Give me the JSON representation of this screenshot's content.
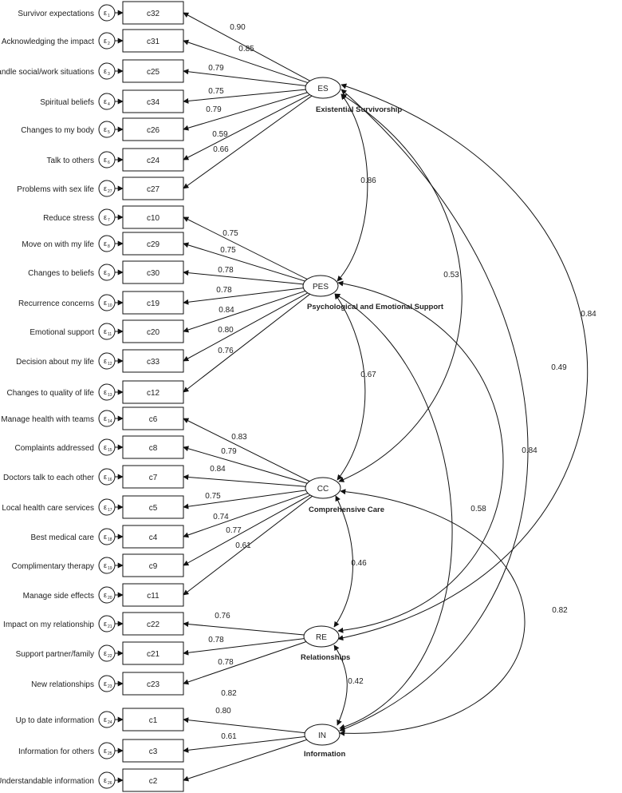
{
  "factors": [
    {
      "id": "ES",
      "name": "ES",
      "desc": "Existential Survivorship"
    },
    {
      "id": "PES",
      "name": "PES",
      "desc": "Psychological and Emotional Support"
    },
    {
      "id": "CC",
      "name": "CC",
      "desc": "Comprehensive Care"
    },
    {
      "id": "RE",
      "name": "RE",
      "desc": "Relationships"
    },
    {
      "id": "IN",
      "name": "IN",
      "desc": "Information"
    }
  ],
  "items": [
    {
      "label": "Survivor expectations",
      "code": "c32",
      "eps": "1",
      "factor": "ES",
      "loading": "0.90"
    },
    {
      "label": "Acknowledging the impact",
      "code": "c31",
      "eps": "2",
      "factor": "ES",
      "loading": "0.85"
    },
    {
      "label": "Handle social/work situations",
      "code": "c25",
      "eps": "3",
      "factor": "ES",
      "loading": "0.79"
    },
    {
      "label": "Spiritual beliefs",
      "code": "c34",
      "eps": "4",
      "factor": "ES",
      "loading": "0.75"
    },
    {
      "label": "Changes to my body",
      "code": "c26",
      "eps": "5",
      "factor": "ES",
      "loading": "0.79"
    },
    {
      "label": "Talk to others",
      "code": "c24",
      "eps": "6",
      "factor": "ES",
      "loading": "0.59"
    },
    {
      "label": "Problems with sex life",
      "code": "c27",
      "eps": "27",
      "factor": "ES",
      "loading": "0.66"
    },
    {
      "label": "Reduce stress",
      "code": "c10",
      "eps": "7",
      "factor": "PES",
      "loading": "0.75"
    },
    {
      "label": "Move on with my life",
      "code": "c29",
      "eps": "8",
      "factor": "PES",
      "loading": "0.75"
    },
    {
      "label": "Changes to beliefs",
      "code": "c30",
      "eps": "9",
      "factor": "PES",
      "loading": "0.78"
    },
    {
      "label": "Recurrence concerns",
      "code": "c19",
      "eps": "10",
      "factor": "PES",
      "loading": "0.78"
    },
    {
      "label": "Emotional support",
      "code": "c20",
      "eps": "11",
      "factor": "PES",
      "loading": "0.84"
    },
    {
      "label": "Decision about my life",
      "code": "c33",
      "eps": "12",
      "factor": "PES",
      "loading": "0.80"
    },
    {
      "label": "Changes to quality of life",
      "code": "c12",
      "eps": "13",
      "factor": "PES",
      "loading": "0.76"
    },
    {
      "label": "Manage health with teams",
      "code": "c6",
      "eps": "14",
      "factor": "CC",
      "loading": "0.83"
    },
    {
      "label": "Complaints addressed",
      "code": "c8",
      "eps": "15",
      "factor": "CC",
      "loading": "0.79"
    },
    {
      "label": "Doctors talk to each other",
      "code": "c7",
      "eps": "16",
      "factor": "CC",
      "loading": "0.84"
    },
    {
      "label": "Local health care services",
      "code": "c5",
      "eps": "17",
      "factor": "CC",
      "loading": "0.75"
    },
    {
      "label": "Best medical care",
      "code": "c4",
      "eps": "18",
      "factor": "CC",
      "loading": "0.74"
    },
    {
      "label": "Complimentary therapy",
      "code": "c9",
      "eps": "19",
      "factor": "CC",
      "loading": "0.77"
    },
    {
      "label": "Manage side effects",
      "code": "c11",
      "eps": "20",
      "factor": "CC",
      "loading": "0.61"
    },
    {
      "label": "Impact on my relationship",
      "code": "c22",
      "eps": "21",
      "factor": "RE",
      "loading": "0.76"
    },
    {
      "label": "Support partner/family",
      "code": "c21",
      "eps": "22",
      "factor": "RE",
      "loading": "0.78"
    },
    {
      "label": "New relationships",
      "code": "c23",
      "eps": "23",
      "factor": "RE",
      "loading": "0.78"
    },
    {
      "label": "Up to date information",
      "code": "c1",
      "eps": "24",
      "factor": "IN",
      "loading": "0.82"
    },
    {
      "label": "Information for others",
      "code": "c3",
      "eps": "25",
      "factor": "IN",
      "loading": "0.80"
    },
    {
      "label": "Understandable information",
      "code": "c2",
      "eps": "26",
      "factor": "IN",
      "loading": "0.61"
    }
  ],
  "correlations": [
    {
      "from": "ES",
      "to": "PES",
      "value": "0.86"
    },
    {
      "from": "ES",
      "to": "CC",
      "value": "0.53"
    },
    {
      "from": "ES",
      "to": "RE",
      "value": "0.84"
    },
    {
      "from": "ES",
      "to": "IN",
      "value": "0.49"
    },
    {
      "from": "PES",
      "to": "CC",
      "value": "0.67"
    },
    {
      "from": "PES",
      "to": "RE",
      "value": "0.84"
    },
    {
      "from": "PES",
      "to": "IN",
      "value": "0.58"
    },
    {
      "from": "CC",
      "to": "RE",
      "value": "0.46"
    },
    {
      "from": "CC",
      "to": "IN",
      "value": "0.82"
    },
    {
      "from": "RE",
      "to": "IN",
      "value": "0.42"
    }
  ]
}
